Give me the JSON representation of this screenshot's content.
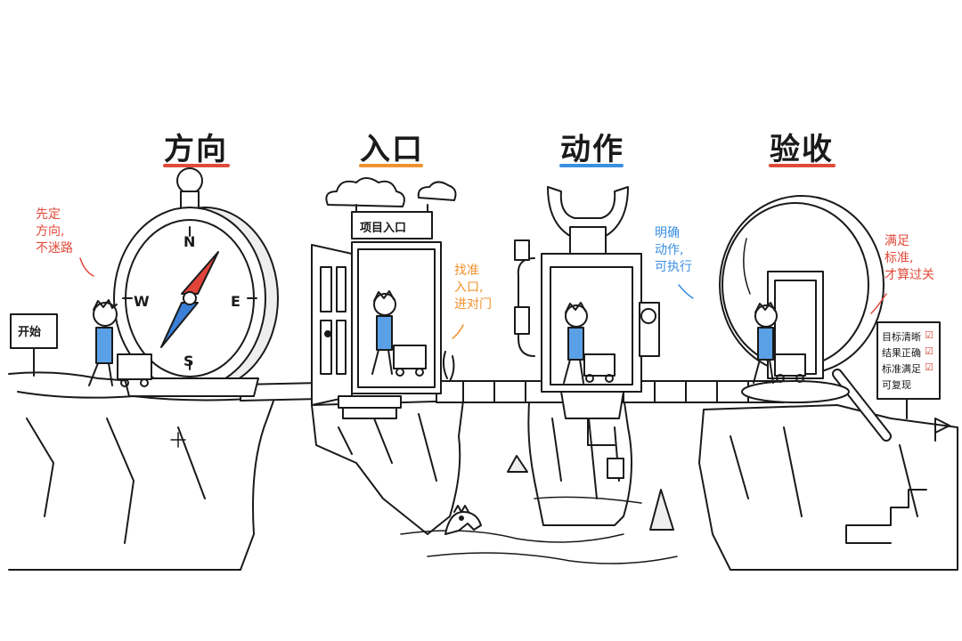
{
  "stages": [
    {
      "title": "方向",
      "underline_color": "#e04a3a",
      "note": "先定\n方向,\n不迷路",
      "note_color": "#e04a3a"
    },
    {
      "title": "入口",
      "underline_color": "#f0922e",
      "note": "找准\n入口,\n进对门",
      "note_color": "#f0922e"
    },
    {
      "title": "动作",
      "underline_color": "#3b8fe0",
      "note": "明确\n动作,\n可执行",
      "note_color": "#3b8fe0"
    },
    {
      "title": "验收",
      "underline_color": "#e04a3a",
      "note": "满足\n标准,\n才算过关",
      "note_color": "#e04a3a"
    }
  ],
  "start_sign": "开始",
  "door_sign": "项目入口",
  "compass_letters": {
    "n": "N",
    "s": "S",
    "e": "E",
    "w": "W"
  },
  "checklist": [
    "目标清晰",
    "结果正确",
    "标准满足",
    "可复现"
  ],
  "checklist_marks": "☑",
  "colors": {
    "ink": "#1a1a1a",
    "shirt": "#5aa0e6",
    "needle_red": "#e0443a",
    "needle_blue": "#3b7fd8"
  }
}
